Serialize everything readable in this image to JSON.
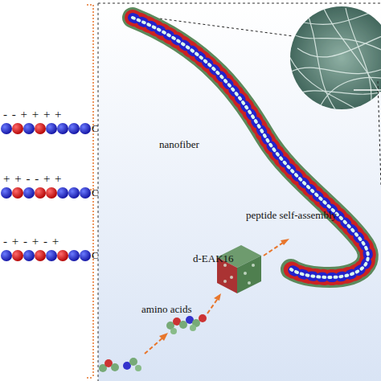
{
  "diagram": {
    "labels": [
      "- - + + + +",
      "C",
      "+ + - - + +",
      "C",
      "- + - + - +",
      "C",
      "nanofiber",
      "peptide self-assembly",
      "d-EAK16",
      "amino acids"
    ]
  }
}
